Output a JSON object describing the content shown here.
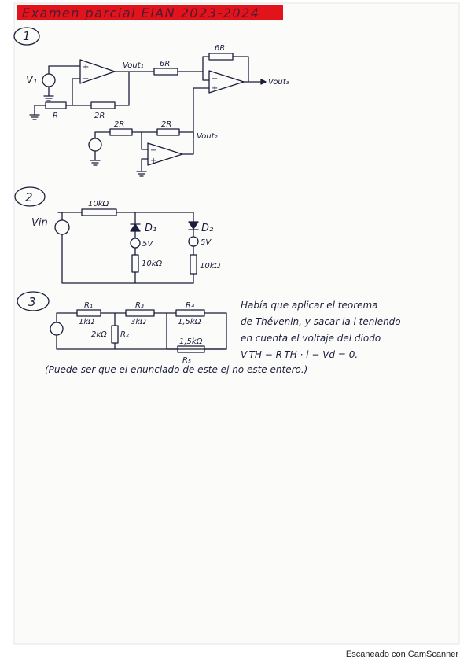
{
  "header": {
    "title": "Examen parcial ElAN 2023-2024"
  },
  "problem1": {
    "number": "1",
    "v1": "V₁",
    "r": "R",
    "r2a": "2R",
    "r6a": "6R",
    "r6b": "6R",
    "r2b": "2R",
    "r2c": "2R",
    "vout1": "Vout₁",
    "vout2": "Vout₂",
    "vout3": "Vout₃",
    "plus": "+",
    "minus": "−"
  },
  "problem2": {
    "number": "2",
    "vin": "Vin",
    "r_top": "10kΩ",
    "d1": "D₁",
    "d2": "D₂",
    "v1": "5V",
    "v2": "5V",
    "r_mid": "10kΩ",
    "r_right": "10kΩ"
  },
  "problem3": {
    "number": "3",
    "r1": "R₁",
    "r1v": "1kΩ",
    "r2": "R₂",
    "r2v": "2kΩ",
    "r3": "R₃",
    "r3v": "3kΩ",
    "r4": "R₄",
    "r4v": "1,5kΩ",
    "r5": "R₅",
    "r5v": "1,5kΩ",
    "note1": "Había que aplicar el teorema",
    "note2": "de Thévenin, y sacar la i teniendo",
    "note3": "en cuenta el voltaje del diodo",
    "note4": "V TH − R TH · i − Vd = 0.",
    "remark": "(Puede ser que el enunciado de este ej no este entero.)"
  },
  "footer": {
    "scanner": "Escaneado con CamScanner"
  }
}
